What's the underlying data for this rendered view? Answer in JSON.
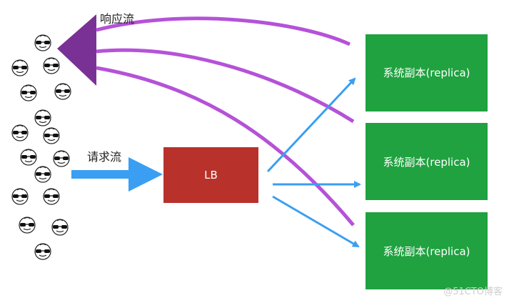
{
  "labels": {
    "response_flow": "响应流",
    "request_flow": "请求流"
  },
  "lb": {
    "label": "LB"
  },
  "replicas": [
    {
      "label": "系统副本(replica)"
    },
    {
      "label": "系统副本(replica)"
    },
    {
      "label": "系统副本(replica)"
    }
  ],
  "watermark": "@51CTO博客",
  "colors": {
    "lb_box": "#b8322b",
    "replica_box": "#1fa23f",
    "response_arrow": "#b552d8",
    "request_arrow": "#3a9ff2",
    "response_triangle": "#7a3195"
  },
  "icons": {
    "users": "sunglasses-face-icon"
  }
}
